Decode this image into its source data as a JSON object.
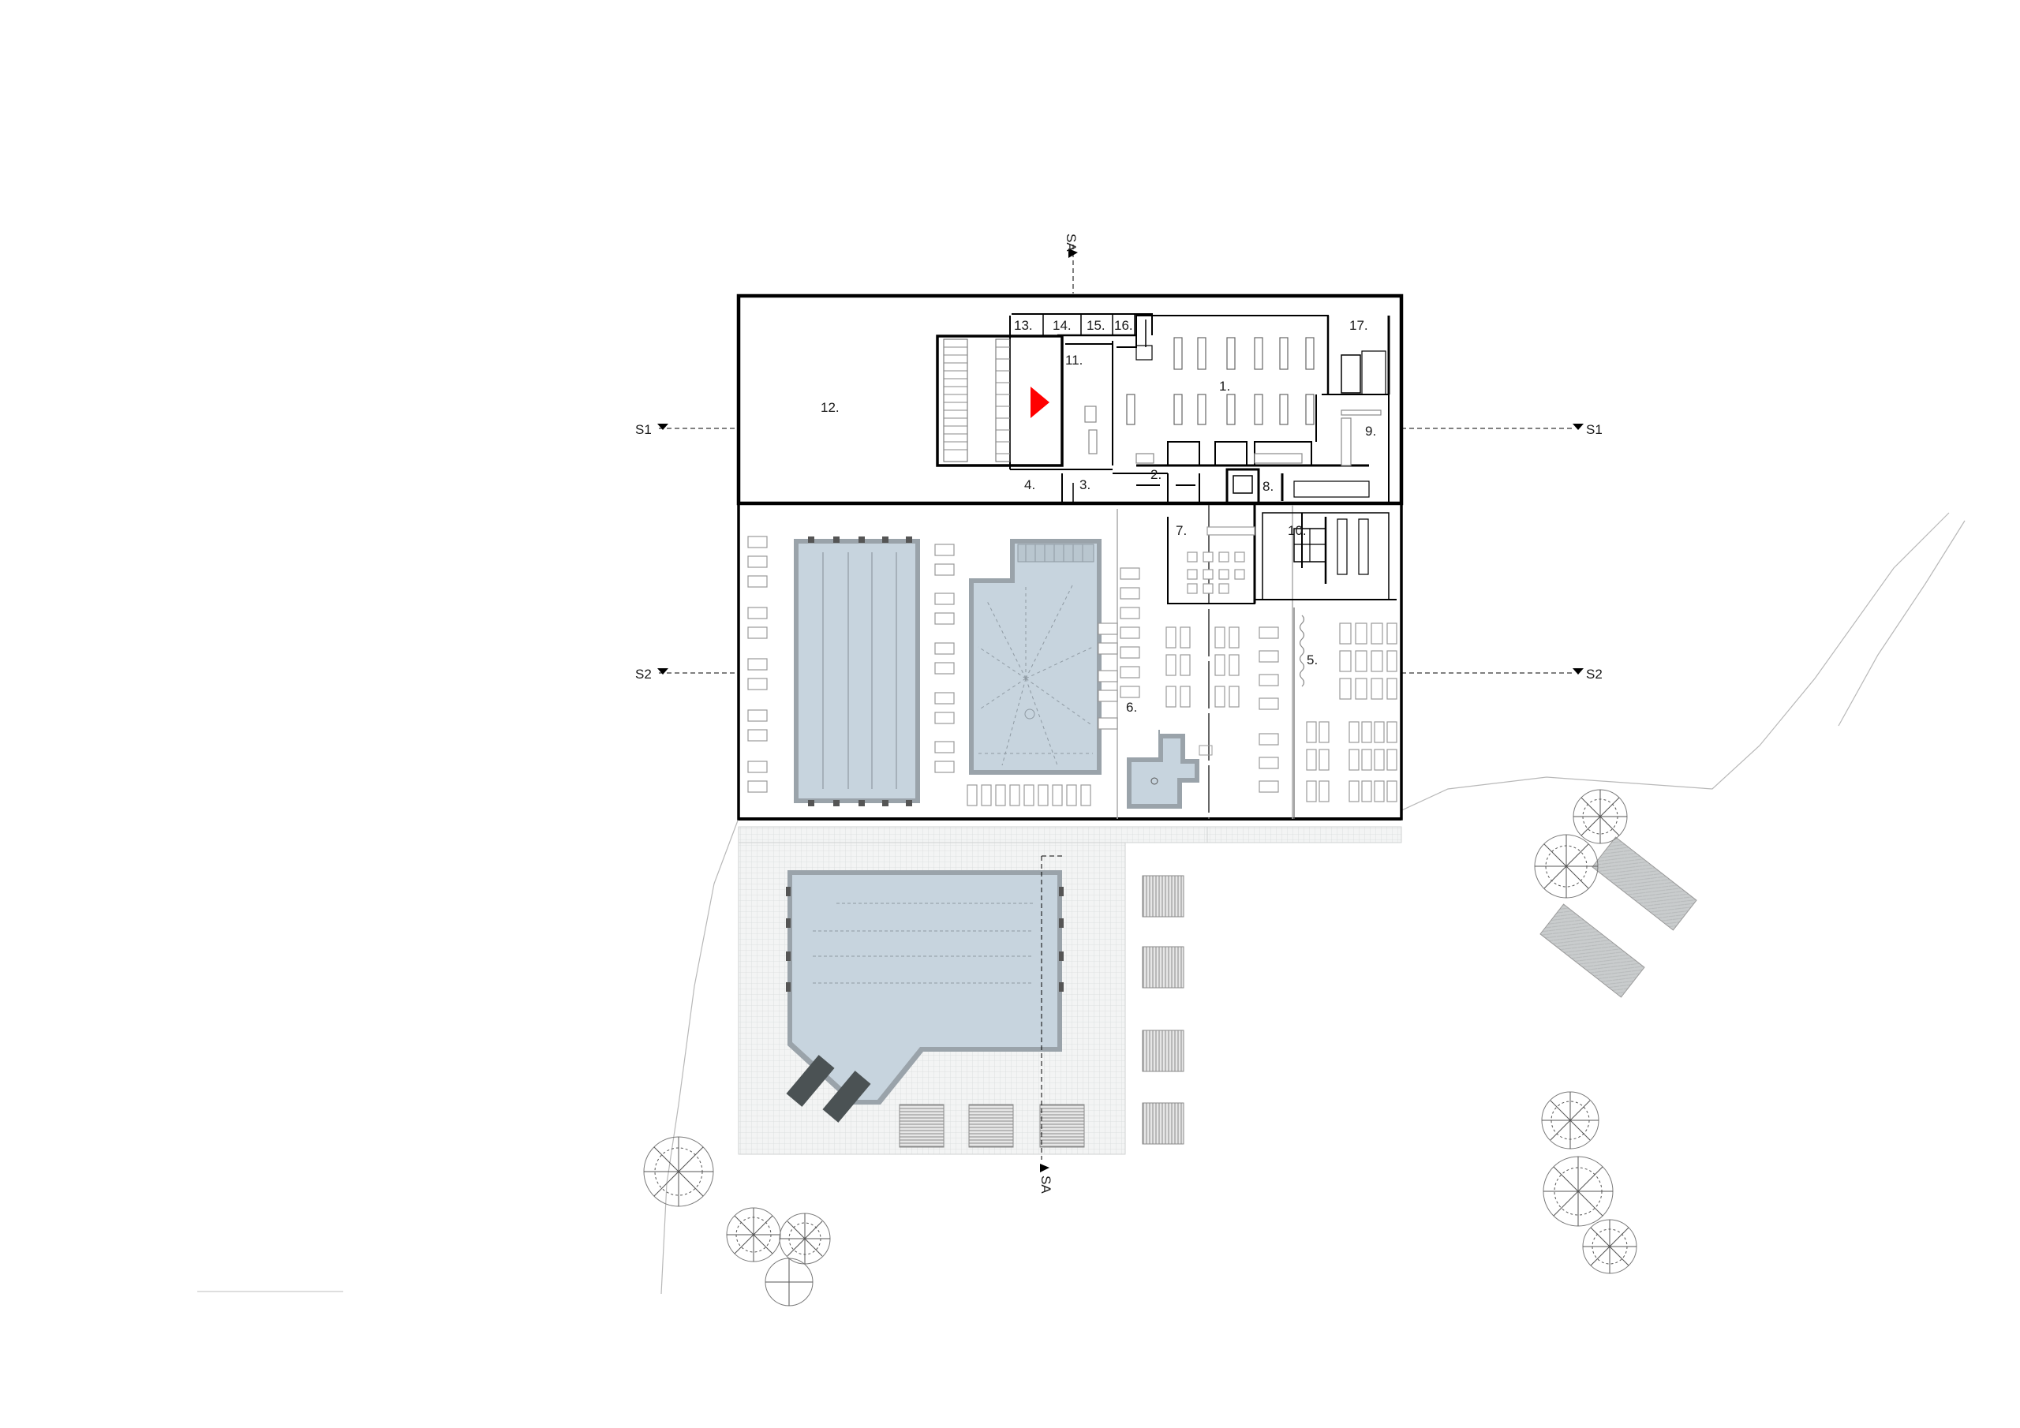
{
  "rooms": {
    "r1": "1.",
    "r2": "2.",
    "r3": "3.",
    "r4": "4.",
    "r5": "5.",
    "r6": "6.",
    "r7": "7.",
    "r8": "8.",
    "r9": "9.",
    "r10": "10.",
    "r11": "11.",
    "r12": "12.",
    "r13": "13.",
    "r14": "14.",
    "r15": "15.",
    "r16": "16.",
    "r17": "17."
  },
  "sections": {
    "sa": "SA",
    "s1": "S1",
    "s2": "S2"
  },
  "colors": {
    "pool": "#c7d4de",
    "pool_edge": "#9aa3aa",
    "wall": "#000000",
    "deck": "#eef0f0",
    "entrance": "#ff0000",
    "dark_lounger": "#4b5254"
  }
}
